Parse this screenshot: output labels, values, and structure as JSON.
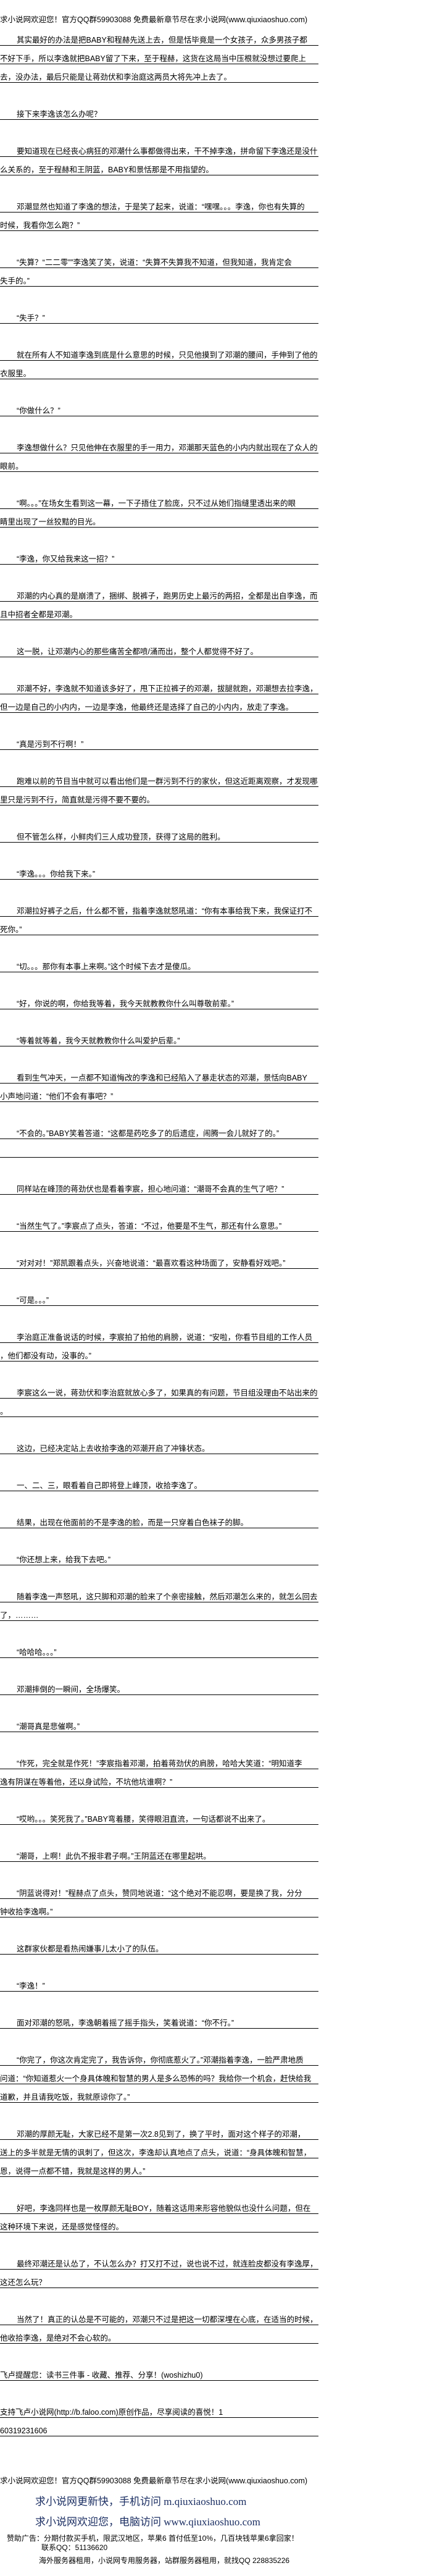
{
  "header": {
    "banner": "求小说网欢迎您！官方QQ群59903088 免费最新章节尽在求小说网(www.qiuxiaoshuo.com)"
  },
  "paragraphs": [
    {
      "indent": true,
      "lines": [
        "其实最好的办法是把BABY和程赫先送上去，但是恬毕竟是一个女孩子，众多男孩子都",
        "不好下手，所以李逸就把BABY留了下来，至于程赫，这货在这局当中压根就没想过要爬上",
        "去，没办法，最后只能是让蒋劲伏和李治庭这两员大将先冲上去了。"
      ]
    },
    {
      "indent": true,
      "lines": [
        "接下来李逸该怎么办呢？"
      ]
    },
    {
      "indent": true,
      "lines": [
        "要知道现在已经丧心病狂的邓潮什么事都做得出来，干不掉李逸，拼命留下李逸还是没什",
        "么关系的，至于程赫和王阴蓝，BABY和景恬那是不用指望的。"
      ]
    },
    {
      "indent": true,
      "lines": [
        "邓潮显然也知道了李逸的想法，于是笑了起来，说道：“嘿嘿。。。李逸，你也有失算的",
        "时候，我看你怎么跑？”"
      ]
    },
    {
      "indent": true,
      "lines": [
        "“失算？“二二零””李逸笑了笑，说道：“失算不失算我不知道，但我知道，我肯定会",
        "失手的。”"
      ]
    },
    {
      "indent": true,
      "lines": [
        "“失手？”"
      ]
    },
    {
      "indent": true,
      "lines": [
        "就在所有人不知道李逸到底是什么意思的时候，只见他摸到了邓潮的腰间，手伸到了他的",
        "衣服里。"
      ]
    },
    {
      "indent": true,
      "lines": [
        "“你做什么？”"
      ]
    },
    {
      "indent": true,
      "lines": [
        "李逸想做什么？只见他伸在衣服里的手一用力，邓潮那天蓝色的小内内就出现在了众人的",
        "眼前。"
      ]
    },
    {
      "indent": true,
      "lines": [
        "“啊。。。”在场女生看到这一幕，一下子捂住了脸庞，只不过从她们指缝里透出来的眼",
        "睛里出现了一丝狡黠的目光。"
      ]
    },
    {
      "indent": true,
      "lines": [
        "“李逸，你又给我来这一招？”"
      ]
    },
    {
      "indent": true,
      "lines": [
        "邓潮的内心真的是崩溃了，捆绑、脱裤子，跑男历史上最污的两招，全都是出自李逸，而",
        "且中招者全都是邓潮。"
      ]
    },
    {
      "indent": true,
      "lines": [
        "这一脱，让邓潮内心的那些痛苦全都喷/涌而出，整个人都觉得不好了。"
      ]
    },
    {
      "indent": true,
      "lines": [
        "邓潮不好，李逸就不知道该多好了，甩下正拉裤子的邓潮，拔腿就跑，邓潮想去拉李逸，",
        "但一边是自己的小内内，一边是李逸，他最终还是选择了自己的小内内，放走了李逸。"
      ]
    },
    {
      "indent": true,
      "lines": [
        "“真是污到不行啊！”"
      ]
    },
    {
      "indent": true,
      "lines": [
        "跑难以前的节目当中就可以看出他们是一群污到不行的家伙，但这近距离观察，才发现哪",
        "里只是污到不行，简直就是污得不要不要的。"
      ]
    },
    {
      "indent": true,
      "lines": [
        "但不管怎么样，小鲜肉们三人成功登顶，获得了这局的胜利。"
      ]
    },
    {
      "indent": true,
      "lines": [
        "“李逸。。。你给我下来。”"
      ]
    },
    {
      "indent": true,
      "lines": [
        "邓潮拉好裤子之后，什么都不管，指着李逸就怒吼道：“你有本事给我下来，我保证打不",
        "死你。”"
      ]
    },
    {
      "indent": true,
      "lines": [
        "“切。。。那你有本事上来啊。”这个时候下去才是傻瓜。"
      ]
    },
    {
      "indent": true,
      "lines": [
        "“好，你说的啊，你给我等着，我今天就教教你什么叫尊敬前辈。”"
      ]
    },
    {
      "indent": true,
      "lines": [
        "“等着就等着，我今天就教教你什么叫爱护后辈。”"
      ]
    },
    {
      "indent": true,
      "lines": [
        "看到生气冲天，一点都不知道悔改的李逸和已经陷入了暴走状态的邓潮，景恬向BABY",
        "小声地问道：“他们不会有事吧？”"
      ]
    },
    {
      "indent": true,
      "lines": [
        "“不会的。”BABY笑着答道：“这都是药吃多了的后遗症，闹腾一会儿就好了的。”",
        ""
      ]
    },
    {
      "indent": true,
      "lines": [
        "同样站在峰顶的蒋劲伏也是看着李宸，担心地问道：“潮哥不会真的生气了吧？”"
      ]
    },
    {
      "indent": true,
      "lines": [
        "“当然生气了。”李宸点了点头，答道：“不过，他要是不生气，那还有什么意思。”"
      ]
    },
    {
      "indent": true,
      "lines": [
        "“对对对！”郑凯跟着点头，兴奋地说道：“最喜欢看这种场面了，安静看好戏吧。”"
      ]
    },
    {
      "indent": true,
      "lines": [
        "“可是。。。”"
      ]
    },
    {
      "indent": true,
      "lines": [
        "李治庭正准备说话的时候，李宸拍了拍他的肩膀，说道：“安啦，你看节目组的工作人员",
        "，他们都没有动，没事的。”"
      ]
    },
    {
      "indent": true,
      "lines": [
        "李宸这么一说，蒋劲伏和李治庭就放心多了，如果真的有问题，节目组没理由不站出来的",
        "。"
      ]
    },
    {
      "indent": true,
      "lines": [
        "这边，已经决定站上去收拾李逸的邓潮开启了冲锋状态。"
      ]
    },
    {
      "indent": true,
      "lines": [
        "一、二、三，眼看着自己即将登上峰顶，收拾李逸了。"
      ]
    },
    {
      "indent": true,
      "lines": [
        "结果，出现在他面前的不是李逸的脸，而是一只穿着白色袜子的脚。"
      ]
    },
    {
      "indent": true,
      "lines": [
        "“你还想上来，给我下去吧。”"
      ]
    },
    {
      "indent": true,
      "lines": [
        "随着李逸一声怒吼，这只脚和邓潮的脸来了个亲密接触，然后邓潮怎么来的，就怎么回去",
        "了，………"
      ]
    },
    {
      "indent": true,
      "lines": [
        "“哈哈哈。。。”"
      ]
    },
    {
      "indent": true,
      "lines": [
        "邓潮摔倒的一瞬间，全场爆笑。"
      ]
    },
    {
      "indent": true,
      "lines": [
        "“潮哥真是悲催啊。”"
      ]
    },
    {
      "indent": true,
      "lines": [
        "“作死，完全就是作死！”李宸指着邓潮，拍着蒋劲伏的肩膀，哈哈大笑道：“明知道李",
        "逸有阴谋在等着他，还以身试险，不坑他坑谁啊？”"
      ]
    },
    {
      "indent": true,
      "lines": [
        "“哎哟。。。笑死我了。”BABY弯着腰，笑得眼泪直流，一句话都说不出来了。"
      ]
    },
    {
      "indent": true,
      "lines": [
        "“潮哥，上啊！此仇不报非君子啊。”王阴蓝还在哪里起哄。"
      ]
    },
    {
      "indent": true,
      "lines": [
        "“阴蓝说得对！”程赫点了点头，赞同地说道：“这个绝对不能忍啊，要是换了我，分分",
        "钟收拾李逸啊。”"
      ]
    },
    {
      "indent": true,
      "lines": [
        "这群家伙都是看热闹嫌事儿太小了的队伍。"
      ]
    },
    {
      "indent": true,
      "lines": [
        "“李逸！”"
      ]
    },
    {
      "indent": true,
      "lines": [
        "面对邓潮的怒吼，李逸朝着摇了摇手指头，笑着说道：“你不行。”"
      ]
    },
    {
      "indent": true,
      "lines": [
        "“你完了，你这次肯定完了，我告诉你，你彻底惹火了。”邓潮指着李逸，一脸严肃地质",
        "问道：“你知道惹火一个身具体魄和智慧的男人是多么恐怖的吗？我给你一个机会，赶快给我",
        "道歉，并且请我吃饭，我就原谅你了。”"
      ]
    },
    {
      "indent": true,
      "lines": [
        "邓潮的厚颜无耻，大家已经不是第一次2.8见到了，换了平时，面对这个样子的邓潮，",
        "送上的多半就是无情的讽刺了，但这次，李逸却认真地点了点头，说道：“身具体魄和智慧，",
        "恩，说得一点都不错，我就是这样的男人。”"
      ]
    },
    {
      "indent": true,
      "lines": [
        "好吧，李逸同样也是一枚厚颜无耻BOY，随着这话用来形容他貌似也没什么问题，但在",
        "这种环境下来说，还是感觉怪怪的。"
      ]
    },
    {
      "indent": true,
      "lines": [
        "最终邓潮还是认怂了，不认怎么办？打又打不过，说也说不过，就连脸皮都没有李逸厚，",
        "这还怎么玩？"
      ]
    },
    {
      "indent": true,
      "lines": [
        "当然了！真正的认怂是不可能的，邓潮只不过是把这一切都深埋在心底，在适当的时候，",
        "他收拾李逸，是绝对不会心软的。"
      ]
    },
    {
      "indent": false,
      "lines": [
        "飞卢提醒您：读书三件事 - 收藏、推荐、分享！(woshizhu0)"
      ]
    },
    {
      "indent": false,
      "lines": [
        "支持飞卢小说网(http://b.faloo.com)原创作品，尽享阅读的喜悦！1",
        "60319231606"
      ]
    }
  ],
  "footer": {
    "banner": "求小说网欢迎您！官方QQ群59903088 免费最新章节尽在求小说网(www.qiuxiaoshuo.com)",
    "mobile_link": "求小说网更新快，手机访问 m.qiuxiaoshuo.com",
    "desktop_link": "求小说网欢迎您，电脑访问 www.qiuxiaoshuo.com",
    "ad_line": "赞助广告：分期付款买手机，限武汉地区，苹果6 首付低至10%，几百块钱苹果6拿回家！",
    "ad_contact": "联系QQ：51136620",
    "server_ad": "海外服务器租用，小说网专用服务器，站群服务器租用，就找QQ 228835226",
    "link_color": "#1c2f63"
  }
}
